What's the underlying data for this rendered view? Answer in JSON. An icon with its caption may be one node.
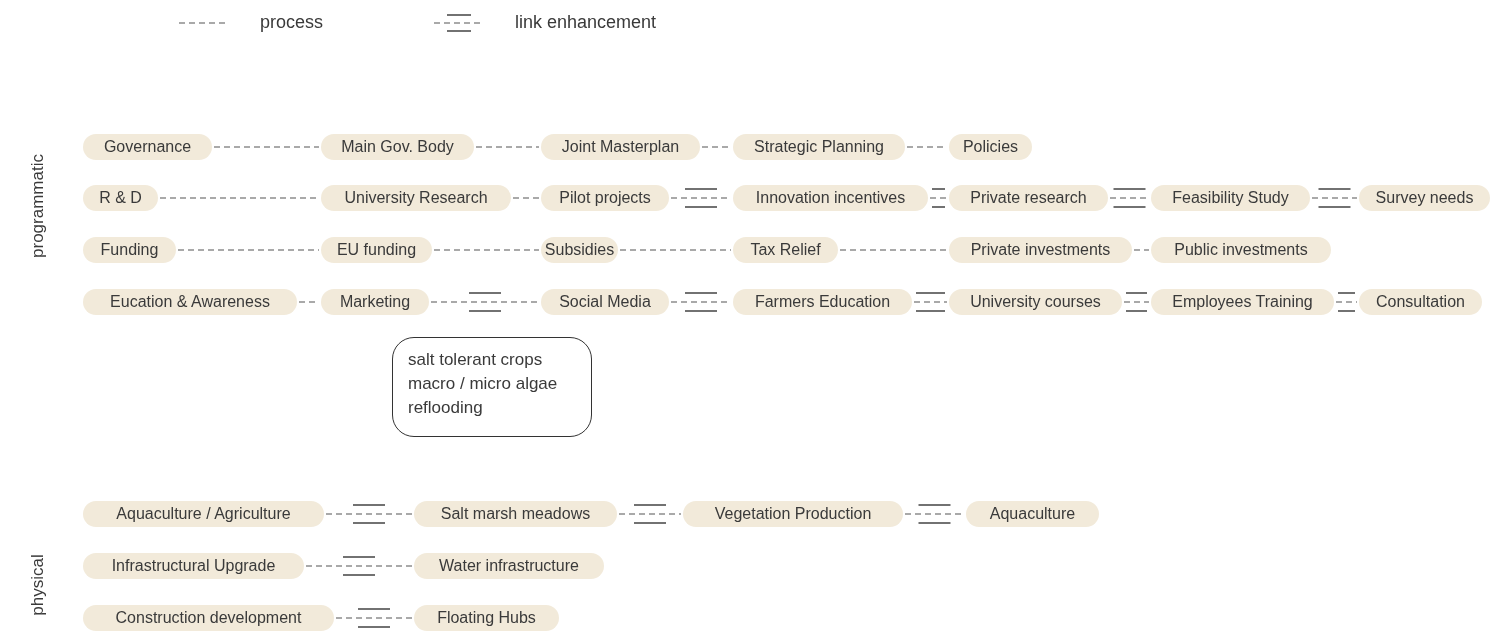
{
  "diagram": {
    "nodes": [
      {
        "text": [
          "Governance"
        ]
      },
      {
        "text": [
          "Main Gov. Body"
        ]
      },
      {
        "text": [
          "Joint Masterplan"
        ]
      },
      {
        "text": [
          "Strategic Planning"
        ]
      },
      {
        "text": [
          "Policies"
        ]
      },
      {
        "text": [
          "R & D"
        ]
      },
      {
        "text": [
          "University Research"
        ]
      },
      {
        "text": [
          "Pilot projects"
        ]
      },
      {
        "text": [
          "Innovation incentives"
        ]
      },
      {
        "text": [
          "Private research"
        ]
      },
      {
        "text": [
          "Feasibility Study"
        ]
      },
      {
        "text": [
          "Survey needs"
        ]
      },
      {
        "text": [
          "Funding"
        ]
      },
      {
        "text": [
          "EU funding"
        ]
      },
      {
        "text": [
          "Subsidies"
        ]
      },
      {
        "text": [
          "Tax Relief"
        ]
      },
      {
        "text": [
          "Private investments"
        ]
      },
      {
        "text": [
          "Public investments"
        ]
      },
      {
        "text": [
          "Eucation & Awareness"
        ]
      },
      {
        "text": [
          "Marketing"
        ]
      },
      {
        "text": [
          "Social Media"
        ]
      },
      {
        "text": [
          "Farmers Education"
        ]
      },
      {
        "text": [
          "University courses"
        ]
      },
      {
        "text": [
          "Employees Training"
        ]
      },
      {
        "text": [
          "Consultation"
        ]
      },
      {
        "text": [
          "salt tolerant crops",
          "macro / micro algae",
          "reflooding"
        ]
      },
      {
        "text": [
          "Aquaculture / Agriculture"
        ]
      },
      {
        "text": [
          "Salt marsh meadows"
        ]
      },
      {
        "text": [
          "Vegetation Production"
        ]
      },
      {
        "text": [
          "Aquaculture"
        ]
      },
      {
        "text": [
          "Infrastructural Upgrade"
        ]
      },
      {
        "text": [
          "Water infrastructure"
        ]
      },
      {
        "text": [
          "Construction development"
        ]
      },
      {
        "text": [
          "Floating Hubs"
        ]
      }
    ],
    "edges": [
      {
        "from": 0,
        "to": 1,
        "arrow": "none"
      },
      {
        "from": 1,
        "to": 2,
        "arrow": "none"
      },
      {
        "from": 2,
        "to": 3,
        "arrow": "none"
      },
      {
        "from": 3,
        "to": 4,
        "arrow": "none"
      },
      {
        "from": 5,
        "to": 6,
        "arrow": "none"
      },
      {
        "from": 6,
        "to": 7,
        "arrow": "none"
      },
      {
        "from": 7,
        "to": 8,
        "arrow": "none"
      },
      {
        "from": 8,
        "to": 9,
        "arrow": "none"
      },
      {
        "from": 9,
        "to": 10,
        "arrow": "none"
      },
      {
        "from": 10,
        "to": 11,
        "arrow": "none"
      },
      {
        "from": 12,
        "to": 13,
        "arrow": "none"
      },
      {
        "from": 13,
        "to": 14,
        "arrow": "none"
      },
      {
        "from": 14,
        "to": 15,
        "arrow": "none"
      },
      {
        "from": 15,
        "to": 16,
        "arrow": "none"
      },
      {
        "from": 16,
        "to": 17,
        "arrow": "none"
      },
      {
        "from": 18,
        "to": 19,
        "arrow": "none"
      },
      {
        "from": 19,
        "to": 20,
        "arrow": "none"
      },
      {
        "from": 20,
        "to": 21,
        "arrow": "none"
      },
      {
        "from": 21,
        "to": 22,
        "arrow": "none"
      },
      {
        "from": 22,
        "to": 23,
        "arrow": "none"
      },
      {
        "from": 23,
        "to": 24,
        "arrow": "none"
      },
      {
        "from": 26,
        "to": 27,
        "arrow": "none"
      },
      {
        "from": 27,
        "to": 28,
        "arrow": "none"
      },
      {
        "from": 28,
        "to": 29,
        "arrow": "none"
      },
      {
        "from": 30,
        "to": 31,
        "arrow": "none"
      },
      {
        "from": 32,
        "to": 33,
        "arrow": "none"
      }
    ],
    "labels": [
      "programmatic",
      "physical"
    ],
    "legend": [
      {
        "text": "process"
      },
      {
        "text": "link enhancement"
      }
    ]
  }
}
